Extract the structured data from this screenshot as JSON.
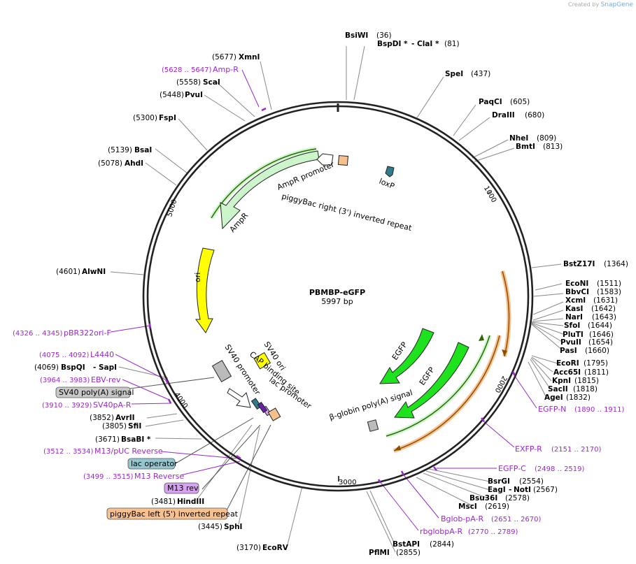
{
  "credit": {
    "prefix": "Created by",
    "brand": "SnapGene"
  },
  "plasmid": {
    "name": "PBMBP-eGFP",
    "length_label": "5997 bp",
    "length": 5997
  },
  "ticks": [
    {
      "pos": 1000,
      "label": "1000"
    },
    {
      "pos": 2000,
      "label": "2000"
    },
    {
      "pos": 3000,
      "label": "3000"
    },
    {
      "pos": 4000,
      "label": "4000"
    },
    {
      "pos": 5000,
      "label": "5000"
    }
  ],
  "right_labels": [
    {
      "name": "BsiWI",
      "pos": "(36)"
    },
    {
      "name": "BspDI *",
      "sep": "-",
      "name2": "ClaI *",
      "pos": "(81)"
    },
    {
      "name": "SpeI",
      "pos": "(437)"
    },
    {
      "name": "PaqCI",
      "pos": "(605)"
    },
    {
      "name": "DraIII",
      "pos": "(680)"
    },
    {
      "name": "NheI",
      "pos": "(809)"
    },
    {
      "name": "BmtI",
      "pos": "(813)"
    },
    {
      "name": "BstZ17I",
      "pos": "(1364)"
    },
    {
      "name": "EcoNI",
      "pos": "(1511)"
    },
    {
      "name": "BbvCI",
      "pos": "(1583)"
    },
    {
      "name": "XcmI",
      "pos": "(1631)"
    },
    {
      "name": "KasI",
      "pos": "(1642)"
    },
    {
      "name": "NarI",
      "pos": "(1643)"
    },
    {
      "name": "SfoI",
      "pos": "(1644)"
    },
    {
      "name": "PluTI",
      "pos": "(1646)"
    },
    {
      "name": "PvuII",
      "pos": "(1654)"
    },
    {
      "name": "PasI",
      "pos": "(1660)"
    },
    {
      "name": "EcoRI",
      "pos": "(1795)"
    },
    {
      "name": "Acc65I",
      "pos": "(1811)"
    },
    {
      "name": "KpnI",
      "pos": "(1815)"
    },
    {
      "name": "SacII",
      "pos": "(1818)"
    },
    {
      "name": "AgeI",
      "pos": "(1832)"
    },
    {
      "name": "BsrGI",
      "pos": "(2554)"
    },
    {
      "name": "EagI",
      "sep": "-",
      "name2": "NotI",
      "pos": "(2567)"
    },
    {
      "name": "Bsu36I",
      "pos": "(2578)"
    },
    {
      "name": "MscI",
      "pos": "(2619)"
    },
    {
      "name": "BstAPI",
      "pos": "(2844)"
    },
    {
      "name": "PflMI",
      "pos": "(2855)"
    }
  ],
  "left_labels": [
    {
      "name": "XmnI",
      "pos": "(5677)"
    },
    {
      "name": "ScaI",
      "pos": "(5558)"
    },
    {
      "name": "PvuI",
      "pos": "(5448)"
    },
    {
      "name": "FspI",
      "pos": "(5300)"
    },
    {
      "name": "BsaI",
      "pos": "(5139)"
    },
    {
      "name": "AhdI",
      "pos": "(5078)"
    },
    {
      "name": "AlwNI",
      "pos": "(4601)"
    },
    {
      "name": "BspQI",
      "sep": "-",
      "name2": "SapI",
      "pos": "(4069)"
    },
    {
      "name": "AvrII",
      "pos": "(3852)"
    },
    {
      "name": "SfiI",
      "pos": "(3805)"
    },
    {
      "name": "BsaBI *",
      "pos": "(3671)"
    },
    {
      "name": "HindIII",
      "pos": "(3481)"
    },
    {
      "name": "SphI",
      "pos": "(3445)"
    },
    {
      "name": "EcoRV",
      "pos": "(3170)"
    }
  ],
  "primers": [
    {
      "name": "Amp-R",
      "pos": "(5628 .. 5647)"
    },
    {
      "name": "pBR322ori-F",
      "pos": "(4326 .. 4345)"
    },
    {
      "name": "L4440",
      "pos": "(4075 .. 4092)"
    },
    {
      "name": "EBV-rev",
      "pos": "(3964 .. 3983)"
    },
    {
      "name": "SV40pA-R",
      "pos": "(3910 .. 3929)"
    },
    {
      "name": "M13/pUC Reverse",
      "pos": "(3512 .. 3534)"
    },
    {
      "name": "M13 Reverse",
      "pos": "(3499 .. 3515)"
    },
    {
      "name": "EGFP-N",
      "pos": "(1890 .. 1911)"
    },
    {
      "name": "EXFP-R",
      "pos": "(2151 .. 2170)"
    },
    {
      "name": "EGFP-C",
      "pos": "(2498 .. 2519)"
    },
    {
      "name": "Bglob-pA-R",
      "pos": "(2651 .. 2670)"
    },
    {
      "name": "rbglobpA-R",
      "pos": "(2770 .. 2789)"
    }
  ],
  "boxed_features": [
    {
      "name": "SV40 poly(A) signal",
      "color": "#c8c8c8"
    },
    {
      "name": "lac operator",
      "color": "#94c6cf"
    },
    {
      "name": "M13 rev",
      "color": "#d7a3f0"
    },
    {
      "name": "piggyBac left (5') inverted repeat",
      "color": "#f7c08f"
    }
  ],
  "inner_features": [
    {
      "name": "AmpR promoter"
    },
    {
      "name": "piggyBac right (3') inverted repeat"
    },
    {
      "name": "loxP"
    },
    {
      "name": "AmpR"
    },
    {
      "name": "ori"
    },
    {
      "name": "SV40 ori"
    },
    {
      "name": "SV40 promoter"
    },
    {
      "name": "CAP binding site"
    },
    {
      "name": "lac promoter"
    },
    {
      "name": "EGFP"
    },
    {
      "name": "EGFP"
    },
    {
      "name": "β-globin poly(A) signal"
    }
  ],
  "colors": {
    "primer": "#9a27cc",
    "site": "#000000",
    "amp": "#ccf5cc",
    "ori": "#ffff00",
    "egfp": "#1ee21e",
    "orf": "#f7c08f"
  }
}
